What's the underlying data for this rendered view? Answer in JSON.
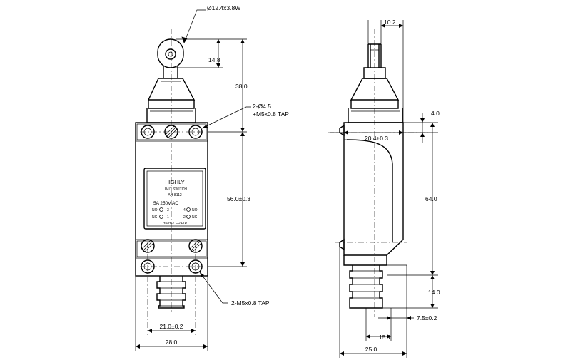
{
  "front_view": {
    "roller_callout": "Ø12.4x3.8W",
    "dim_roller_height": "14.8",
    "dim_top_height": "38.0",
    "hole_callout_line1": "2-Ø4.5",
    "hole_callout_line2": "+M5x0.8 TAP",
    "dim_hole_spacing_vertical": "56.0±0.3",
    "bottom_tap_callout": "2-M5x0.8 TAP",
    "dim_hole_spacing_horizontal": "21.0±0.2",
    "dim_body_width": "28.0",
    "nameplate": {
      "brand": "HIGHLY",
      "type": "LIMIT SWITCH",
      "model": "AH-8112",
      "rating": "5A 250V AC",
      "no_left": "NO",
      "term_3": "3",
      "term_4": "4",
      "no_right": "NO",
      "nc_left": "NC",
      "term_1": "1",
      "term_2": "2",
      "nc_right": "NC",
      "maker": "HIGHLY CO LTD"
    }
  },
  "side_view": {
    "dim_plunger_width": "10.2",
    "dim_top_offset": "4.0",
    "dim_body_depth": "20.4±0.3",
    "dim_body_height": "64.0",
    "dim_boot_height": "14.0",
    "dim_bottom_offset": "7.5±0.2",
    "dim_boot_width": "15.1",
    "dim_overall_depth": "25.0"
  }
}
